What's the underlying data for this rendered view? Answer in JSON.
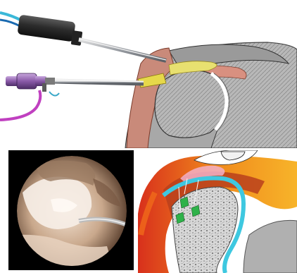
{
  "figure": {
    "panels": [
      {
        "id": "top",
        "content": "schematic-shoulder-arthroscopy-instruments"
      },
      {
        "id": "scope",
        "content": "arthroscopic-endoscope-view"
      },
      {
        "id": "illus",
        "content": "colored-cross-section-with-anchors"
      }
    ]
  },
  "colors": {
    "instrument_metal": "#9a9ea4",
    "instrument_dark": "#2c2c2c",
    "cannula_purple": "#8a5aa8",
    "tube_magenta": "#c040c0",
    "tube_cyan": "#3ab8d8",
    "tissue_pink": "#c98a7a",
    "cartilage_yellow": "#e8e070",
    "bone_gray": "#8c8c8c",
    "anchor_green": "#2fb24a",
    "layer_orange": "#f08a1c",
    "layer_red": "#d8301c",
    "layer_cyan": "#3ec8e0"
  }
}
